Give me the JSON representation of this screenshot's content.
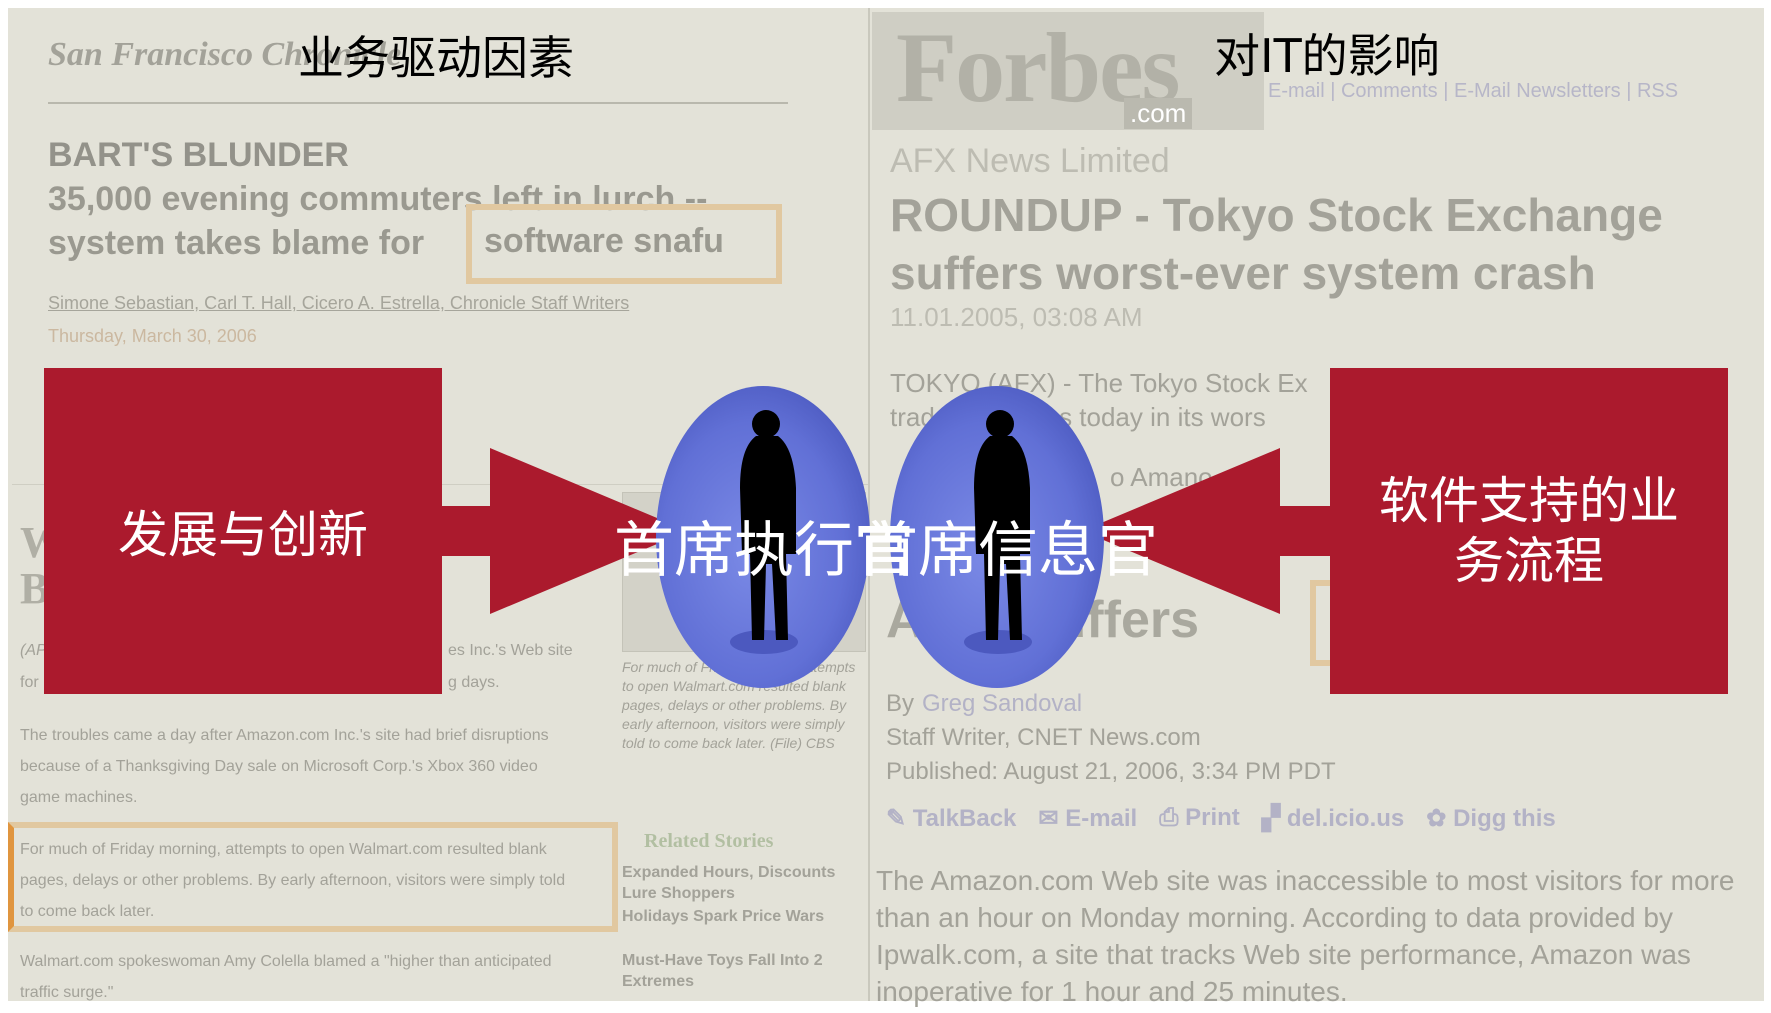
{
  "headings": {
    "left": "业务驱动因素",
    "right": "对IT的影响"
  },
  "left_article": {
    "masthead": "San Francisco Chronicle",
    "headline": "BART'S BLUNDER",
    "subhead_line1": "35,000 evening commuters left in lurch --",
    "subhead_line2_a": "system takes blame for",
    "subhead_highlight": "software snafu",
    "byline": "Simone Sebastian, Carl T. Hall, Cicero A. Estrella, Chronicle Staff Writers",
    "date": "Thursday, March 30, 2006"
  },
  "walmart_article": {
    "letters": "W\nB",
    "intro_a": "(AP)",
    "intro_b": "es Inc.'s Web site",
    "intro_c": "for",
    "intro_d": "g days.",
    "para1": "The troubles came a day after Amazon.com Inc.'s site had brief disruptions because of a Thanksgiving Day sale on Microsoft Corp.'s Xbox 360 video game machines.",
    "para2": "For much of Friday morning, attempts to open Walmart.com resulted blank pages, delays or other problems. By early afternoon, visitors were simply told to come back later.",
    "para3": "Walmart.com spokeswoman Amy Colella blamed a \"higher than anticipated traffic surge.\"",
    "caption": "For much of Friday morning, attempts to open Walmart.com resulted blank pages, delays or other problems. By early afternoon, visitors were simply told to come back later. (File) CBS",
    "related_title": "Related Stories",
    "related": [
      "Expanded Hours, Discounts Lure Shoppers",
      "Holidays Spark Price Wars",
      "Must-Have Toys Fall Into 2 Extremes"
    ]
  },
  "forbes_article": {
    "logo": "Forbes",
    "logo_sub": ".com",
    "links": "E-mail | Comments | E-Mail Newsletters | RSS",
    "source": "AFX News Limited",
    "headline": "ROUNDUP - Tokyo Stock Exchange suffers worst-ever system crash",
    "date": "11.01.2005, 03:08 AM",
    "body_line1": "TOKYO (AFX) - The Tokyo Stock Ex",
    "body_line2": "trad            ares today in its wors",
    "body_line3": "o Amano"
  },
  "cnet_article": {
    "headline_part": "A    n suffers",
    "byline_prefix": "By",
    "author": "Greg Sandoval",
    "staff": "Staff Writer, CNET News.com",
    "published": "Published: August 21, 2006, 3:34 PM PDT",
    "actions": [
      "TalkBack",
      "E-mail",
      "Print",
      "del.icio.us",
      "Digg this"
    ],
    "body": "The Amazon.com Web site was inaccessible to most visitors for more than an hour on Monday morning. According to data provided by Ipwalk.com, a site that tracks Web site performance, Amazon was inoperative for 1 hour and 25 minutes."
  },
  "diagram": {
    "left_box": "发展与创新",
    "right_box_line1": "软件支持的业",
    "right_box_line2": "务流程",
    "ceo": "首席执行官",
    "cio": "首席信息官"
  },
  "colors": {
    "background": "#e3e2d8",
    "red": "#ab1a2d",
    "bubble": "#6170d6",
    "faded_text": "#a3a299",
    "highlight_box": "#e1c8a0"
  }
}
